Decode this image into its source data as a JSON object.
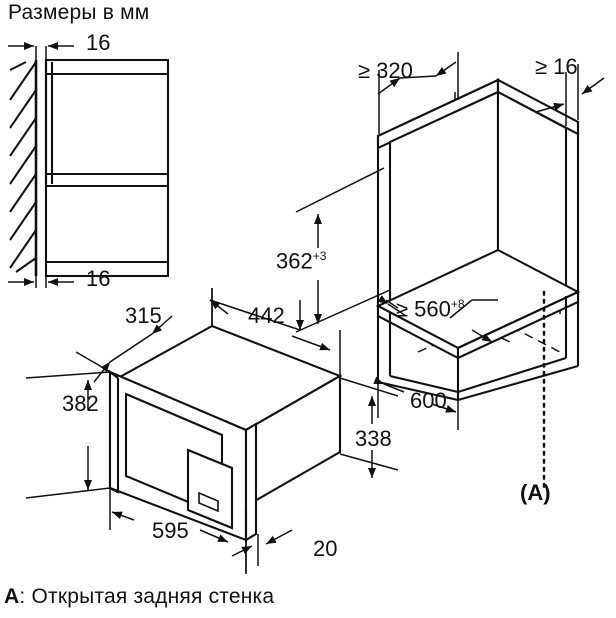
{
  "page": {
    "title": "Размеры в мм",
    "caption_label": "A",
    "caption_sep": ":",
    "caption_text": "Открытая задняя стенка",
    "line_color": "#111111",
    "background": "#ffffff"
  },
  "views": {
    "wall_section": {
      "name": "Настенный разрез (вид сбоку)",
      "dim_top": "16",
      "dim_bottom": "16"
    },
    "appliance": {
      "name": "Микроволновая печь (изометрия)",
      "dim_depth_top": "315",
      "dim_width_top": "442",
      "dim_height_left": "382",
      "dim_height_right": "338",
      "dim_width_bottom": "595",
      "dim_front_thickness": "20"
    },
    "cabinet": {
      "name": "Ниша шкафа (изометрия)",
      "dim_depth": "≥ 320",
      "dim_side_thickness": "≥ 16",
      "dim_niche_height": "362",
      "dim_niche_height_tol": "+3",
      "dim_niche_width": "≥ 560",
      "dim_niche_width_tol": "+8",
      "dim_cabinet_width": "600",
      "callout": "(A)"
    }
  },
  "chart_data": {
    "type": "table",
    "title": "Размеры в мм",
    "categories": [
      "16 (верх, толщина стены)",
      "16 (низ, толщина стены)",
      "315 (глубина корпуса)",
      "442 (ширина корпуса сверху)",
      "382 (высота с фасадом)",
      "338 (высота корпуса)",
      "595 (ширина фасада)",
      "20 (толщина фасада)",
      "≥ 320 (глубина ниши)",
      "≥ 16 (толщина боковины)",
      "362+3 (высота ниши)",
      "≥ 560+8 (ширина ниши)",
      "600 (ширина шкафа)"
    ],
    "values": [
      16,
      16,
      315,
      442,
      382,
      338,
      595,
      20,
      320,
      16,
      362,
      560,
      600
    ],
    "xlabel": "Размер",
    "ylabel": "мм"
  }
}
